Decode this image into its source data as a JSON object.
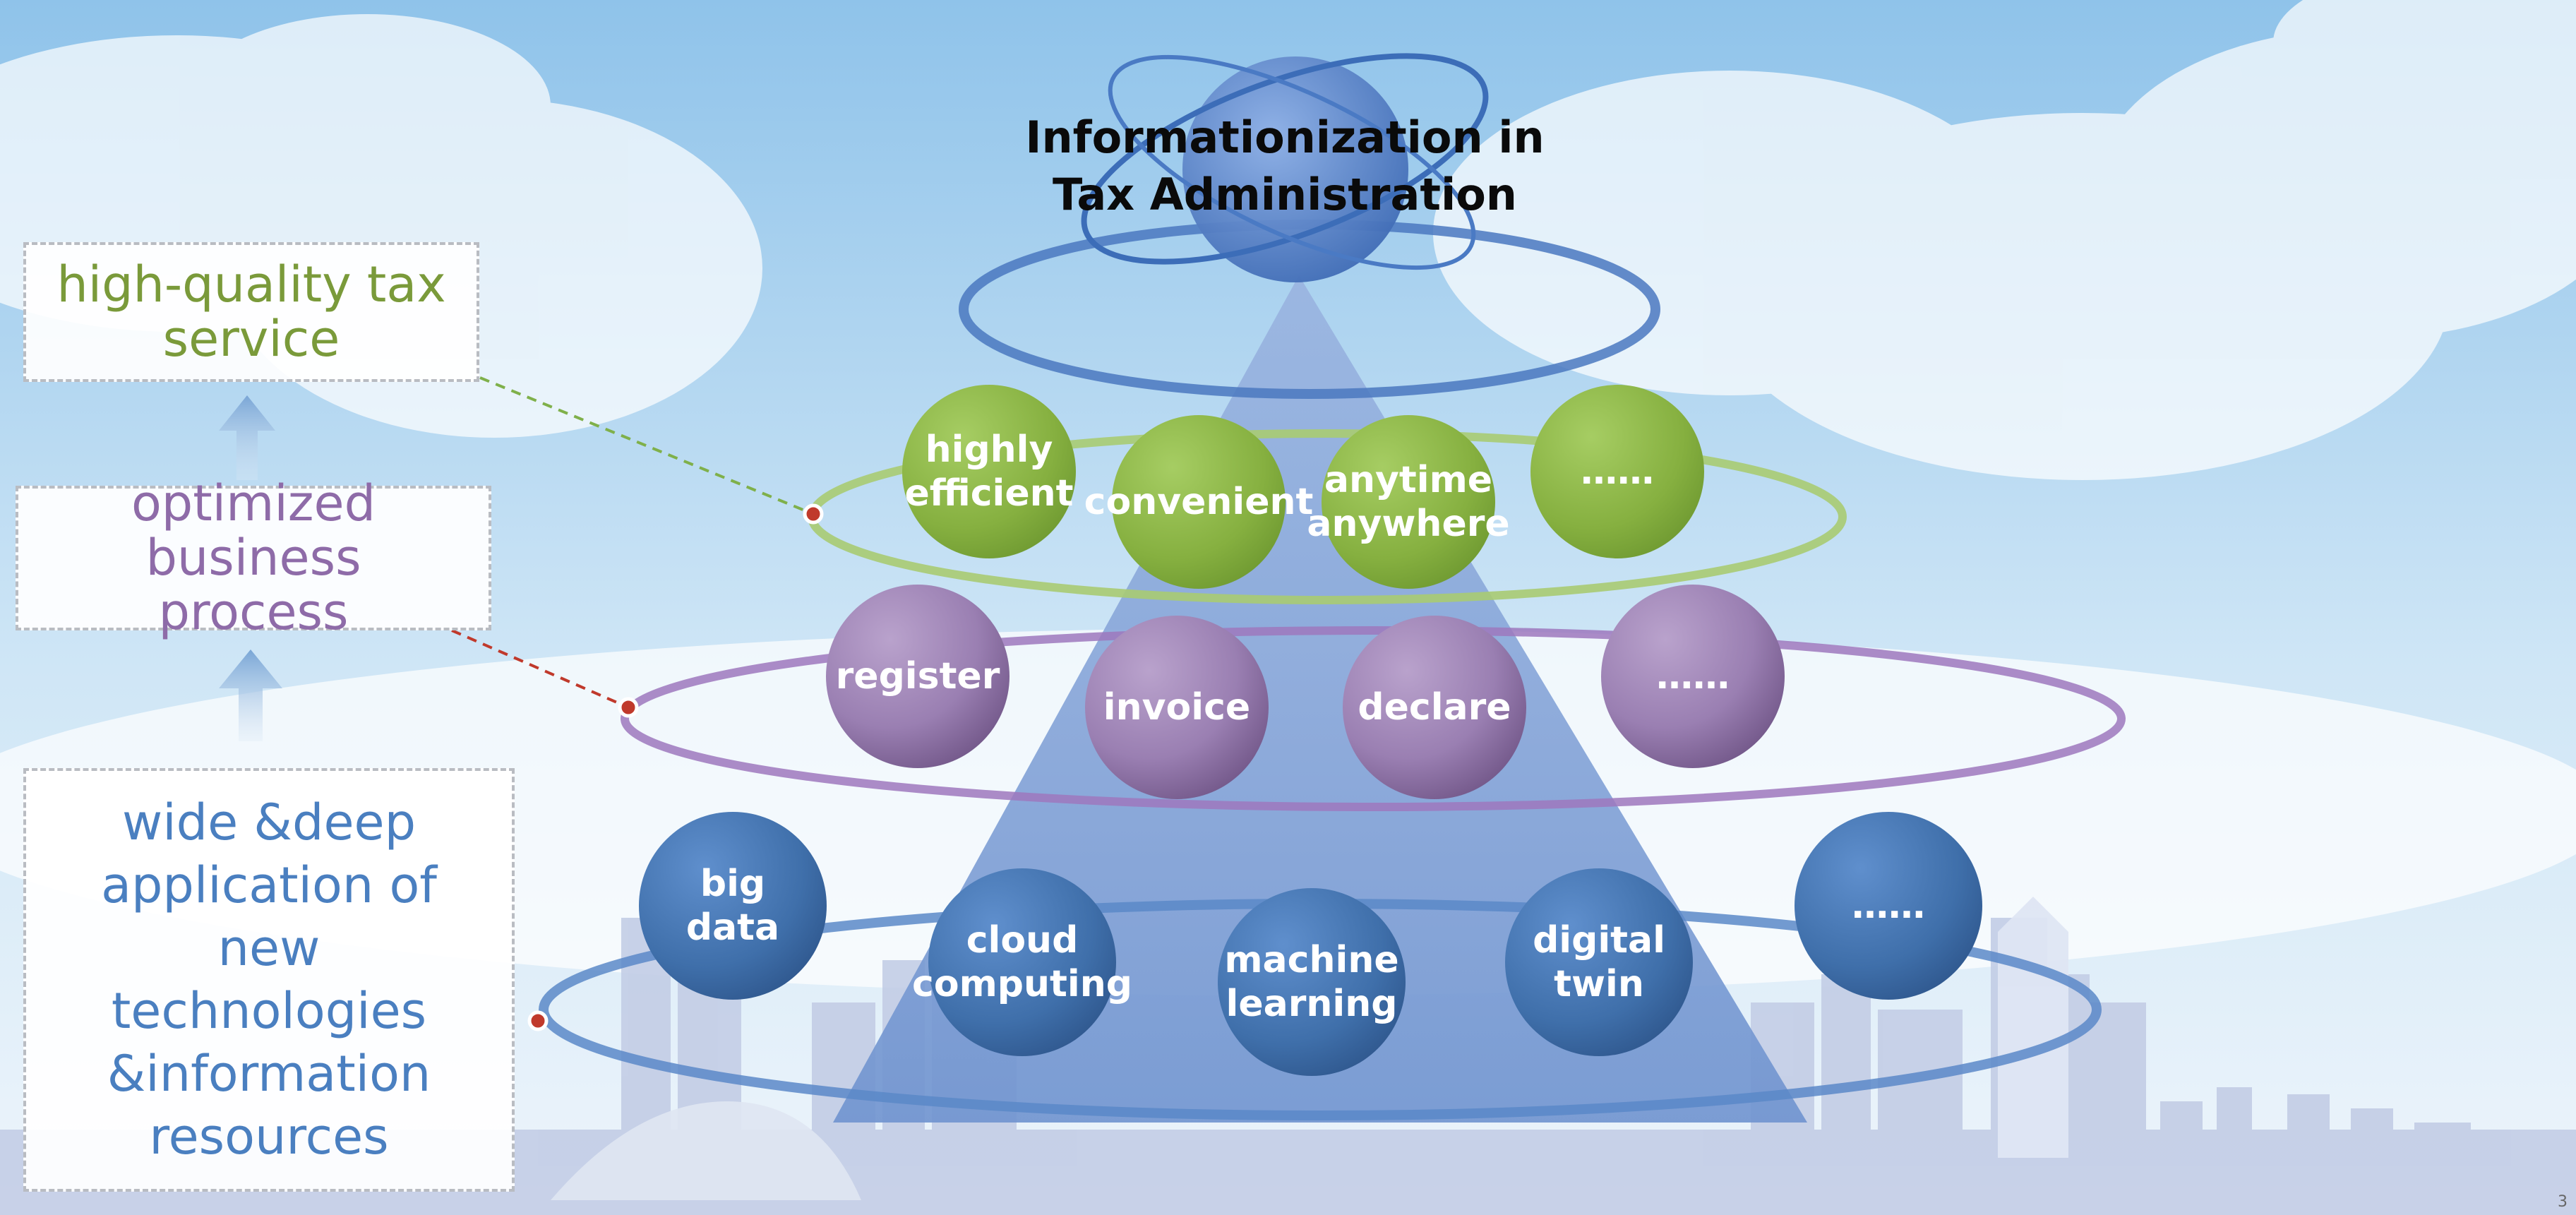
{
  "title_lines": [
    "Informationization in",
    "Tax Administration"
  ],
  "left_boxes": {
    "service": [
      "high-quality tax",
      "service"
    ],
    "process": [
      "optimized business",
      "process"
    ],
    "technology": [
      "wide &deep",
      "application of",
      "new",
      "technologies",
      "&information",
      "resources"
    ]
  },
  "green_layer": [
    {
      "lines": [
        "highly",
        "efficient"
      ]
    },
    {
      "lines": [
        "convenient"
      ]
    },
    {
      "lines": [
        "anytime",
        "anywhere"
      ]
    },
    {
      "lines": [
        "……"
      ]
    }
  ],
  "purple_layer": [
    {
      "lines": [
        "register"
      ]
    },
    {
      "lines": [
        "invoice"
      ]
    },
    {
      "lines": [
        "declare"
      ]
    },
    {
      "lines": [
        "……"
      ]
    }
  ],
  "blue_layer": [
    {
      "lines": [
        "big",
        "data"
      ]
    },
    {
      "lines": [
        "cloud",
        "computing"
      ]
    },
    {
      "lines": [
        "machine",
        "learning"
      ]
    },
    {
      "lines": [
        "digital",
        "twin"
      ]
    },
    {
      "lines": [
        "……"
      ]
    }
  ],
  "page_number": "3",
  "colors": {
    "green": "#86b040",
    "purple": "#8e6ba8",
    "blue": "#3f6faa"
  }
}
